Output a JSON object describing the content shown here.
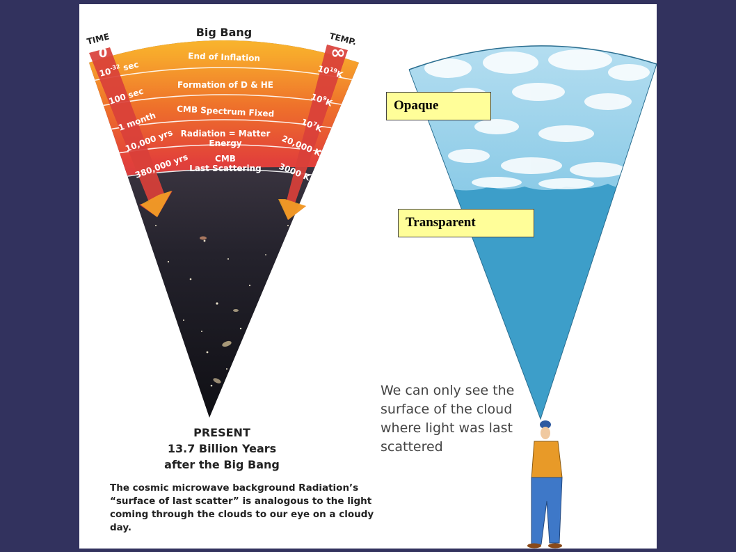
{
  "left_cone": {
    "title": "Big Bang",
    "time_header": "TIME",
    "time_zero": "0",
    "temp_header": "TEMP.",
    "temp_infinity": "∞",
    "bands": [
      {
        "event": "End of Inflation",
        "time": "10-32 sec",
        "temp": "1019K"
      },
      {
        "event": "Formation of D & HE",
        "time": "100 sec",
        "temp": "109K"
      },
      {
        "event": "CMB Spectrum Fixed",
        "time": "1 month",
        "temp": "107K"
      },
      {
        "event": "Radiation = Matter Energy",
        "time": "10,000 yrs",
        "temp": "20,000 K"
      },
      {
        "event": "CMB Last Scattering",
        "time": "380,000 yrs",
        "temp": "3000 K"
      }
    ],
    "present": [
      "PRESENT",
      "13.7 Billion Years",
      "after the Big Bang"
    ],
    "caption": "The cosmic microwave background Radiation’s “surface of last scatter” is analogous to the light coming through the clouds to our eye on a cloudy day."
  },
  "right_cone": {
    "opaque_label": "Opaque",
    "transparent_label": "Transparent",
    "note": "We can only see the surface of the cloud where light was last scattered"
  },
  "colors": {
    "background": "#32325e",
    "panel": "#ffffff",
    "label_box": "#fffe99",
    "sky": "#3d9ec9",
    "time_bar": "#d9403a"
  }
}
